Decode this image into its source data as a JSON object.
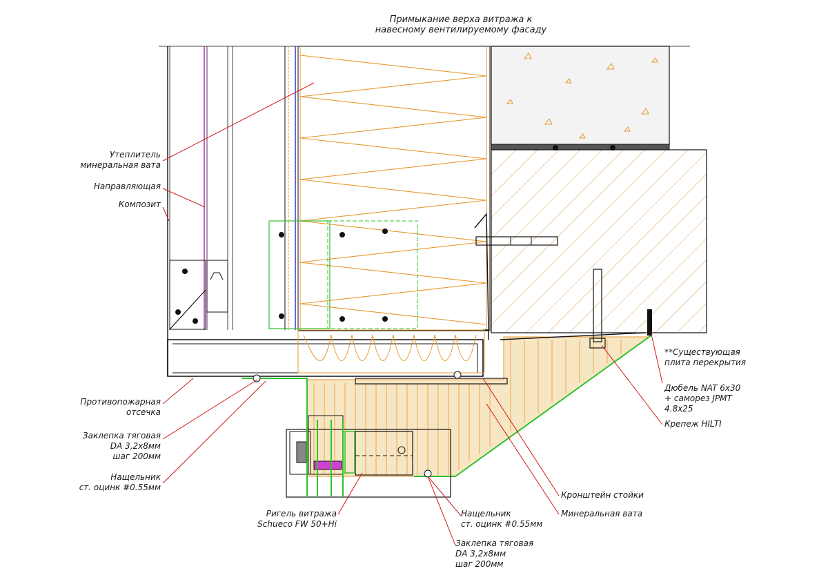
{
  "title": {
    "line1": "Примыкание верха витража к",
    "line2": "навесному вентилируемому фасаду"
  },
  "labels": {
    "insulation_1": "Утеплитель",
    "insulation_2": "минеральная вата",
    "guide": "Направляющая",
    "composite": "Композит",
    "fire_barrier_1": "Противопожарная",
    "fire_barrier_2": "отсечка",
    "rivet_left_1": "Заклепка тяговая",
    "rivet_left_2": "DA 3,2х8мм",
    "rivet_left_3": "шаг 200мм",
    "flashing_left_1": "Нащельник",
    "flashing_left_2": "ст. оцинк #0.55мм",
    "transom_1": "Ригель витража",
    "transom_2": "Schueco FW 50+Hi",
    "flashing_mid_1": "Нащельник",
    "flashing_mid_2": "ст. оцинк #0.55мм",
    "rivet_mid_1": "Заклепка тяговая",
    "rivet_mid_2": "DA 3,2х8мм",
    "rivet_mid_3": "шаг 200мм",
    "bracket": "Кронштейн стойки",
    "mineral_wool": "Минеральная вата",
    "slab_1": "**Существующая",
    "slab_2": "плита перекрытия",
    "dowel_1": "Дюбель NAT 6х30",
    "dowel_2": "+ саморез JPMT",
    "dowel_3": "4.8х25",
    "hilti": "Крепеж HILTI"
  },
  "colors": {
    "line": "#111111",
    "leader": "#d01818",
    "insulation": "#e8962e",
    "insulation_fill": "#f7e6c4",
    "flashing": "#2fc22f",
    "guide": "#c020c0",
    "membrane": "#2030c0",
    "hatch": "#e0a050",
    "concrete_fill": "#f3f3f3"
  }
}
